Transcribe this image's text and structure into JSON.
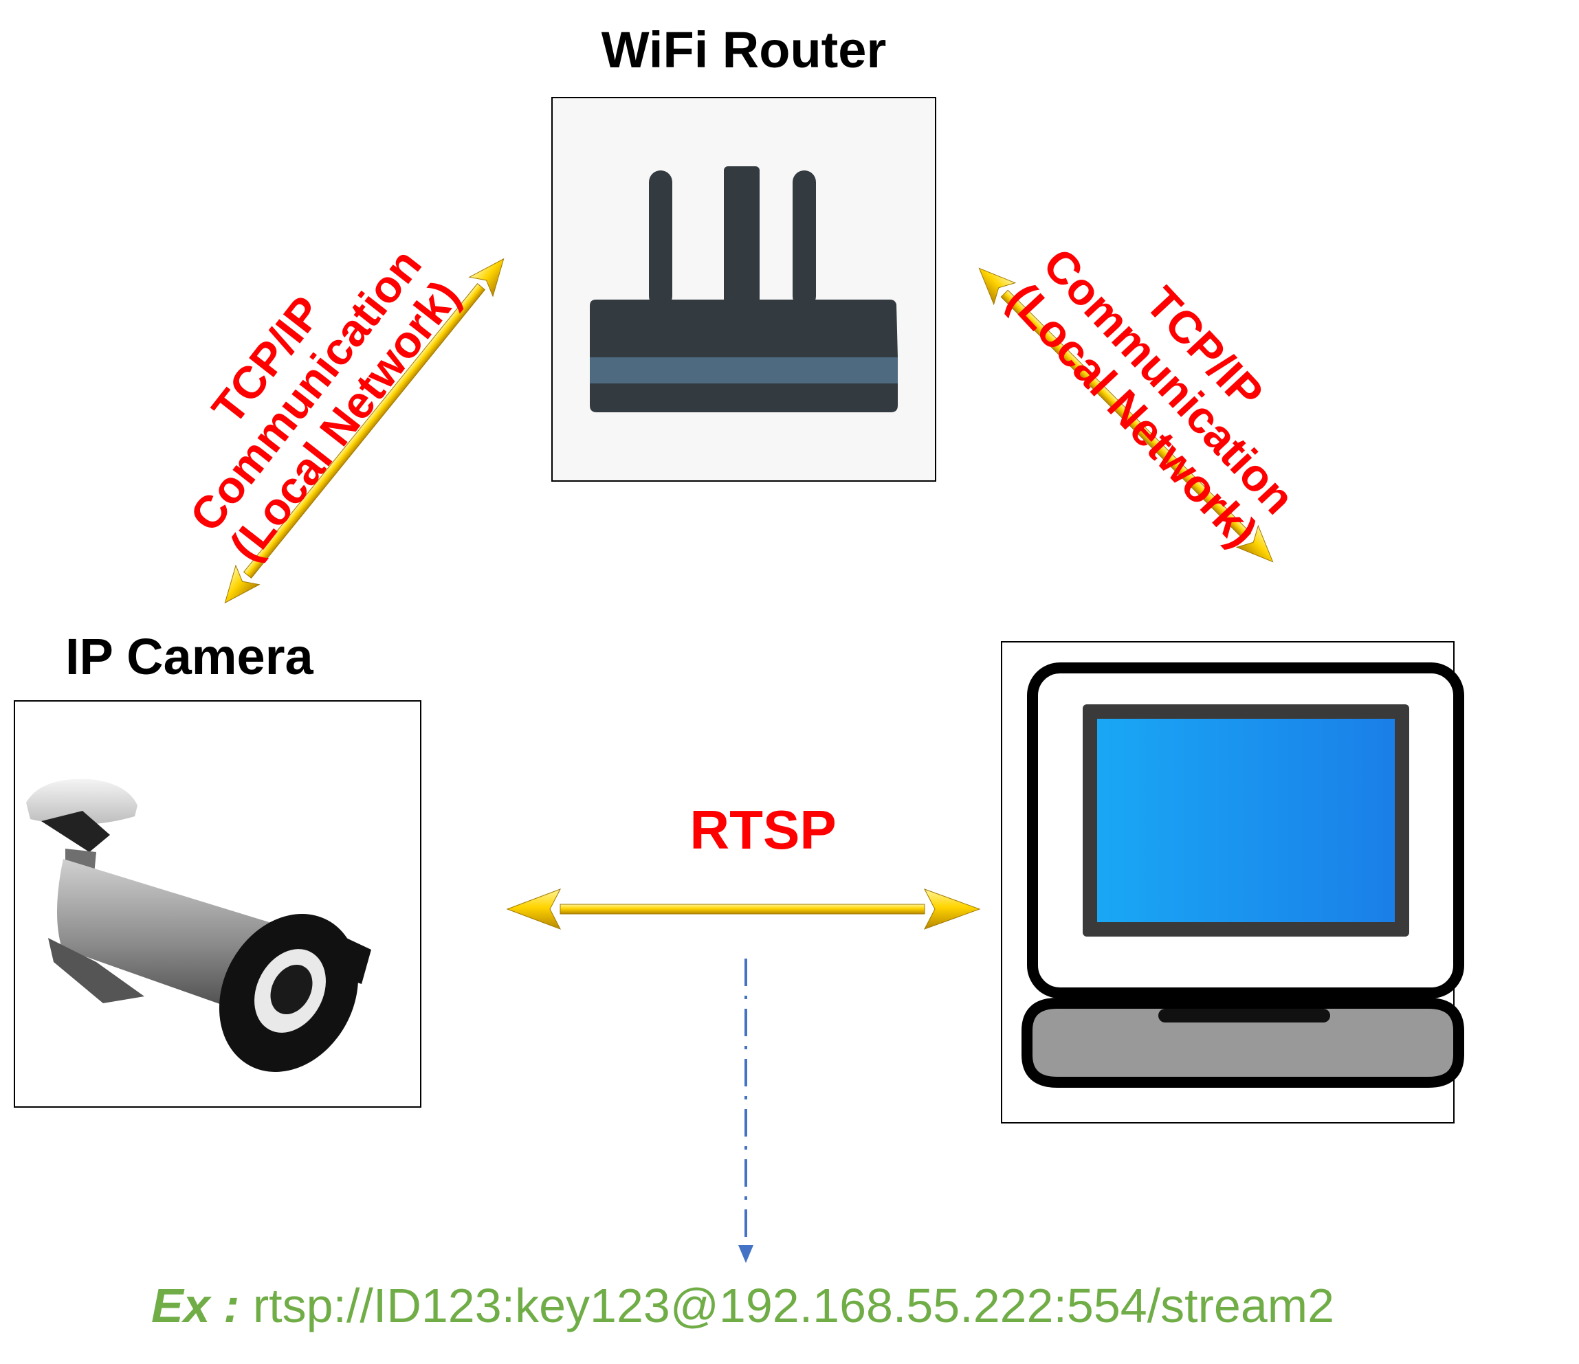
{
  "router": {
    "title": "WiFi Router"
  },
  "camera": {
    "title": "IP Camera"
  },
  "left_link": {
    "line1": "TCP/IP",
    "line2": "Communication",
    "line3": "(Local Network)"
  },
  "right_link": {
    "line1": "TCP/IP",
    "line2": "Communication",
    "line3": "(Local Network)"
  },
  "rtsp": {
    "label": "RTSP"
  },
  "example": {
    "prefix": "Ex :",
    "url": "rtsp://ID123:key123@192.168.55.222:554/stream2"
  },
  "colors": {
    "protocol_text": "#ff0000",
    "example_text": "#70ad47",
    "arrow": "#ffd700",
    "dashed_line": "#4472c4"
  },
  "icons": {
    "router": "router-icon",
    "camera": "cctv-camera-icon",
    "computer": "desktop-computer-icon"
  }
}
